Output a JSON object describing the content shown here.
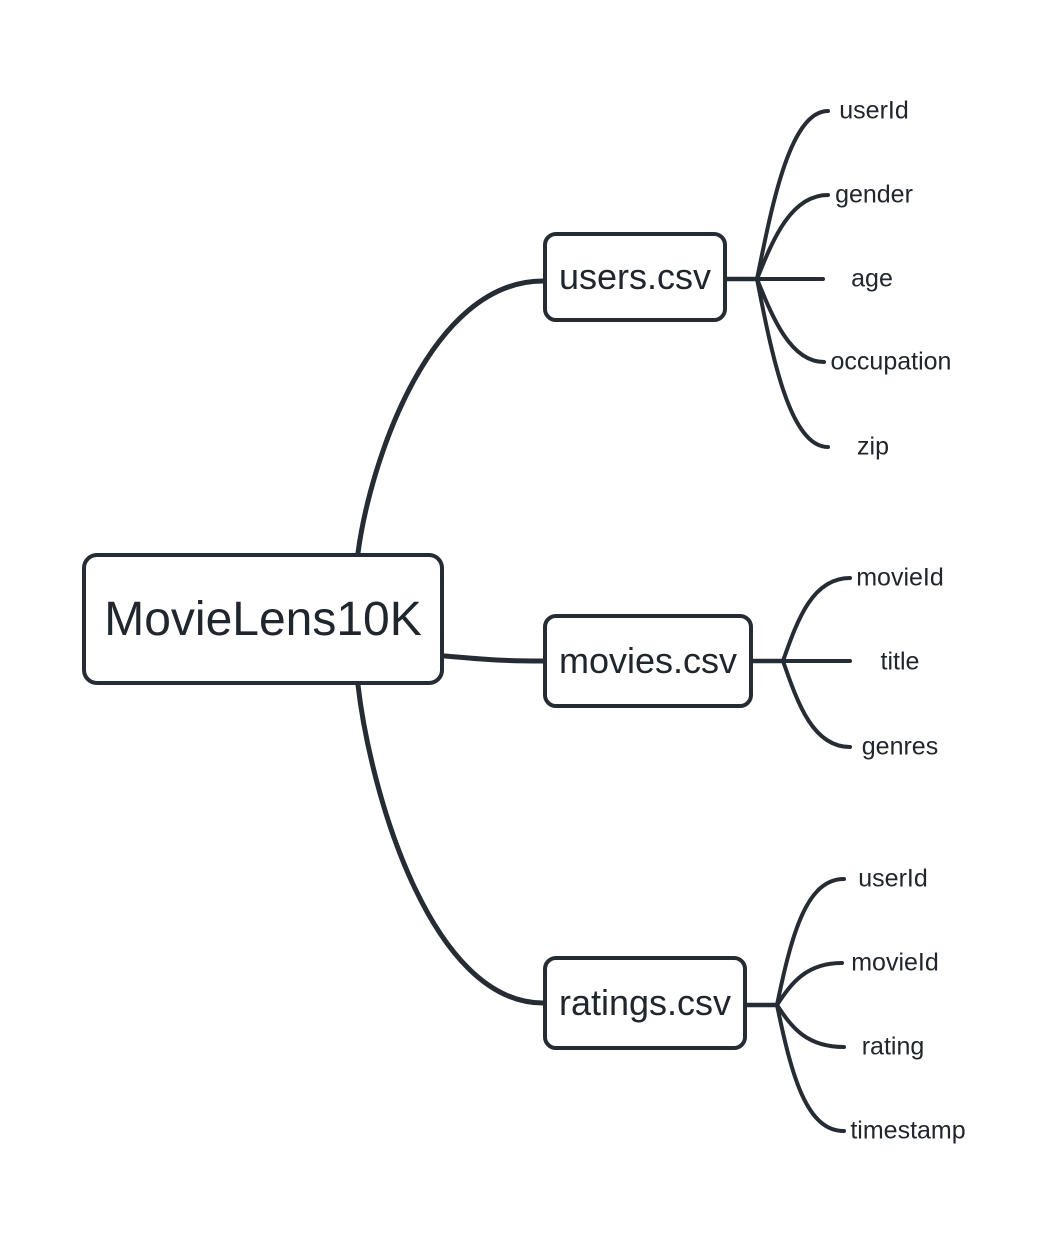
{
  "diagram": {
    "type": "mindmap",
    "root": {
      "label": "MovieLens10K"
    },
    "branches": [
      {
        "label": "users.csv",
        "leaves": [
          "userId",
          "gender",
          "age",
          "occupation",
          "zip"
        ]
      },
      {
        "label": "movies.csv",
        "leaves": [
          "movieId",
          "title",
          "genres"
        ]
      },
      {
        "label": "ratings.csv",
        "leaves": [
          "userId",
          "movieId",
          "rating",
          "timestamp"
        ]
      }
    ],
    "colors": {
      "stroke": "#262c34",
      "text": "#20262d",
      "node_fill": "#ffffff",
      "background": "#ffffff"
    }
  }
}
